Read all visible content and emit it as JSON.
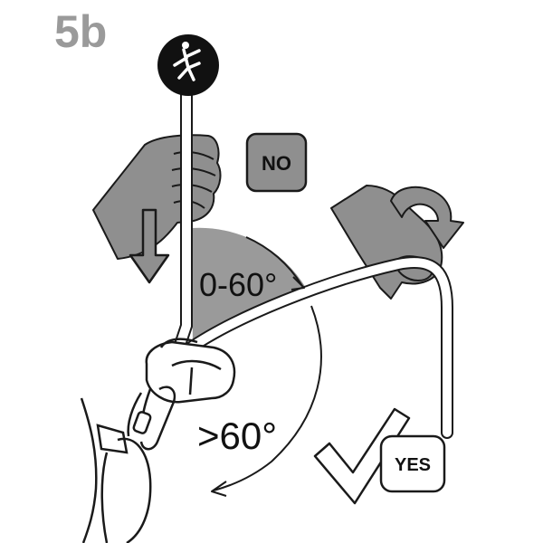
{
  "step_label": "5b",
  "badges": {
    "no": "NO",
    "yes": "YES"
  },
  "angles": {
    "small": "0-60°",
    "large": ">60°"
  },
  "colors": {
    "step_label": "#9a9a9a",
    "hand_fill": "#8f8f8f",
    "sector_fill": "#9a9a9a",
    "outline": "#1a1a1a",
    "no_badge_fill": "#8f8f8f",
    "yes_badge_fill": "#ffffff",
    "climber_disc": "#111111"
  },
  "icons": [
    "climber-icon",
    "down-arrow-icon",
    "rotate-arrow-icon",
    "checkmark-icon"
  ]
}
